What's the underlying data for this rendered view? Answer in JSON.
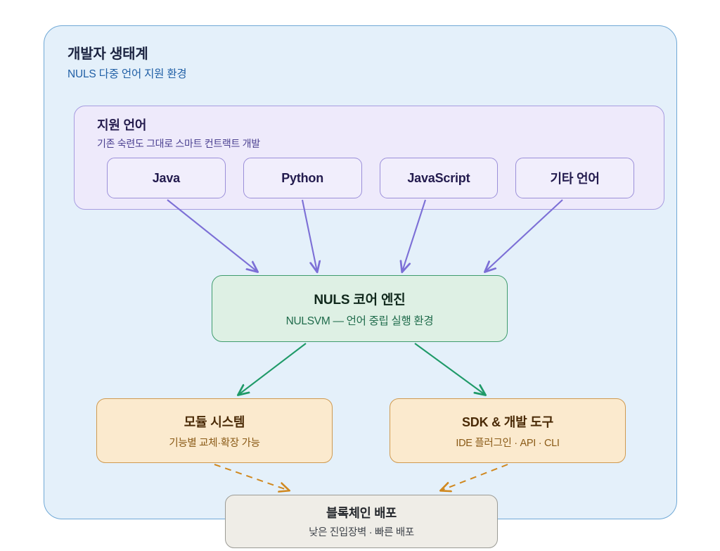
{
  "diagram": {
    "type": "flow-diagram",
    "title": "개발자 생태계",
    "subtitle": "NULS 다중 언어 지원 환경",
    "colors": {
      "outer_fill": "#e4f0fa",
      "outer_border": "#6fa8d6",
      "lang_group_fill": "#eeeafb",
      "lang_group_border": "#a79ce0",
      "lang_chip_fill": "#f1eefc",
      "lang_chip_border": "#9b8fd9",
      "core_fill": "#def0e4",
      "core_border": "#3f9c6d",
      "tool_fill": "#fbeace",
      "tool_border": "#cf9a50",
      "deploy_fill": "#efede7",
      "deploy_border": "#9b9b95",
      "arrow_purple": "#7c6fd6",
      "arrow_green": "#1f9a68",
      "arrow_orange": "#d0881f"
    }
  },
  "lang_group": {
    "title": "지원 언어",
    "subtitle": "기존 숙련도 그대로 스마트 컨트랙트 개발",
    "chips": [
      {
        "label": "Java"
      },
      {
        "label": "Python"
      },
      {
        "label": "JavaScript"
      },
      {
        "label": "기타 언어"
      }
    ]
  },
  "core": {
    "title": "NULS 코어 엔진",
    "subtitle": "NULSVM — 언어 중립 실행 환경"
  },
  "tools": [
    {
      "title": "모듈 시스템",
      "subtitle": "기능별 교체·확장 가능"
    },
    {
      "title": "SDK & 개발 도구",
      "subtitle": "IDE 플러그인 · API · CLI"
    }
  ],
  "deploy": {
    "title": "블록체인 배포",
    "subtitle": "낮은 진입장벽 · 빠른 배포"
  },
  "connectors": [
    {
      "from": "Java",
      "to": "NULS 코어 엔진",
      "style": "solid",
      "color": "#7c6fd6"
    },
    {
      "from": "Python",
      "to": "NULS 코어 엔진",
      "style": "solid",
      "color": "#7c6fd6"
    },
    {
      "from": "JavaScript",
      "to": "NULS 코어 엔진",
      "style": "solid",
      "color": "#7c6fd6"
    },
    {
      "from": "기타 언어",
      "to": "NULS 코어 엔진",
      "style": "solid",
      "color": "#7c6fd6"
    },
    {
      "from": "NULS 코어 엔진",
      "to": "모듈 시스템",
      "style": "solid",
      "color": "#1f9a68"
    },
    {
      "from": "NULS 코어 엔진",
      "to": "SDK & 개발 도구",
      "style": "solid",
      "color": "#1f9a68"
    },
    {
      "from": "모듈 시스템",
      "to": "블록체인 배포",
      "style": "dashed",
      "color": "#d0881f"
    },
    {
      "from": "SDK & 개발 도구",
      "to": "블록체인 배포",
      "style": "dashed",
      "color": "#d0881f"
    }
  ]
}
